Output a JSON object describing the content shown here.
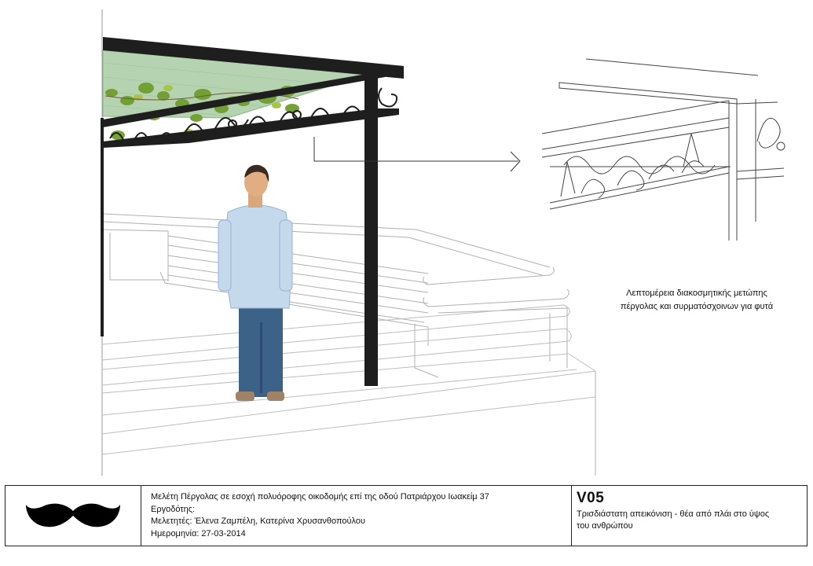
{
  "drawing": {
    "detail_caption_line1": "Λεπτομέρεια διακοσμητικής μετώπης",
    "detail_caption_line2": "πέργολας και συρματόσχοινων για φυτά",
    "icons": [
      "mustache-logo",
      "callout-arrow",
      "person-figure",
      "vine-leaves"
    ]
  },
  "title_block": {
    "project": "Μελέτη Πέργολας σε εσοχή πολυόροφης οικοδομής επί της οδού Πατριάρχου Ιωακείμ 37",
    "client": "Εργοδότης:",
    "designers": "Μελετητές: Έλενα Ζαμπέλη, Κατερίνα Χρυσανθοπούλου",
    "date": "Ημερομηνία: 27-03-2014",
    "view_code": "V05",
    "view_description_line1": "Τρισδιάστατη απεικόνιση - θέα από πλάι στο ύψος",
    "view_description_line2": "του ανθρώπου"
  },
  "colors": {
    "frame": "#1e1e1e",
    "canopy": "#b5d3b0",
    "leaf": "#6f9e2e",
    "shirt": "#c5d9ec",
    "jeans": "#3d6289"
  }
}
